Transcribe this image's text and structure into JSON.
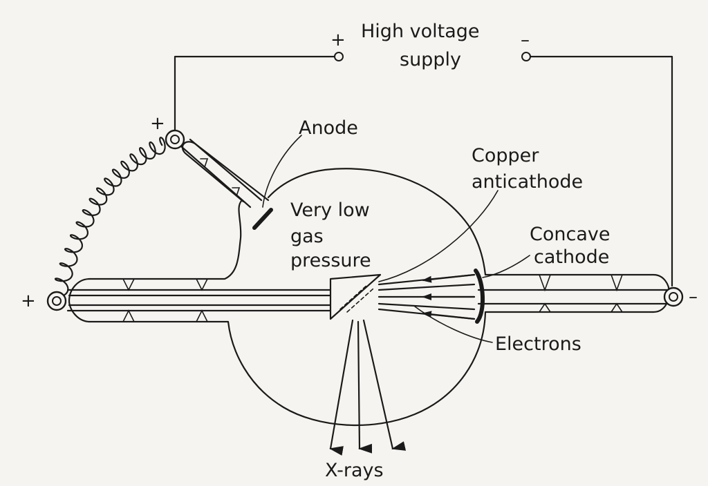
{
  "supply": {
    "title_line1": "High voltage",
    "title_line2": "supply",
    "plus": "+",
    "minus": "–"
  },
  "labels": {
    "anode": "Anode",
    "copper_line1": "Copper",
    "copper_line2": "anticathode",
    "gas_line1": "Very low",
    "gas_line2": "gas",
    "gas_line3": "pressure",
    "cathode_line1": "Concave",
    "cathode_line2": "cathode",
    "electrons": "Electrons",
    "xrays": "X-rays"
  },
  "terminals": {
    "anode_sign": "+",
    "left_sign": "+",
    "right_sign": "–"
  }
}
